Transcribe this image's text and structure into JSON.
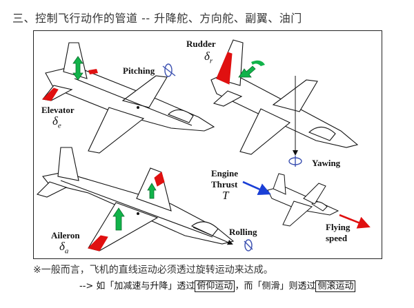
{
  "heading": "三、控制飞行动作的管道 -- 升降舵、方向舵、副翼、油门",
  "diagram": {
    "elevator": {
      "name": "Elevator",
      "symbol": "δ",
      "sub": "e",
      "motion": "Pitching"
    },
    "rudder": {
      "name": "Rudder",
      "symbol": "δ",
      "sub": "r",
      "motion": "Yawing"
    },
    "aileron": {
      "name": "Aileron",
      "symbol": "δ",
      "sub": "a",
      "motion": "Rolling"
    },
    "thrust": {
      "name_line1": "Engine",
      "name_line2": "Thrust",
      "symbol": "T",
      "speed_line1": "Flying",
      "speed_line2": "speed"
    }
  },
  "notes": {
    "line1": "※一般而言，飞机的直线运动必须透过旋转运动来达成。",
    "line2_prefix": "--> 如「加减速与升降」透过",
    "box1": "俯仰运动",
    "line2_middle": "，而「侧滑」则透过",
    "box2": "侧滚运动"
  },
  "colors": {
    "control_surface": "#e01010",
    "move_arrow": "#11b34a",
    "thrust_arrow": "#1a3fd6",
    "speed_arrow": "#e01010",
    "rotation": "#3a4fb0"
  }
}
